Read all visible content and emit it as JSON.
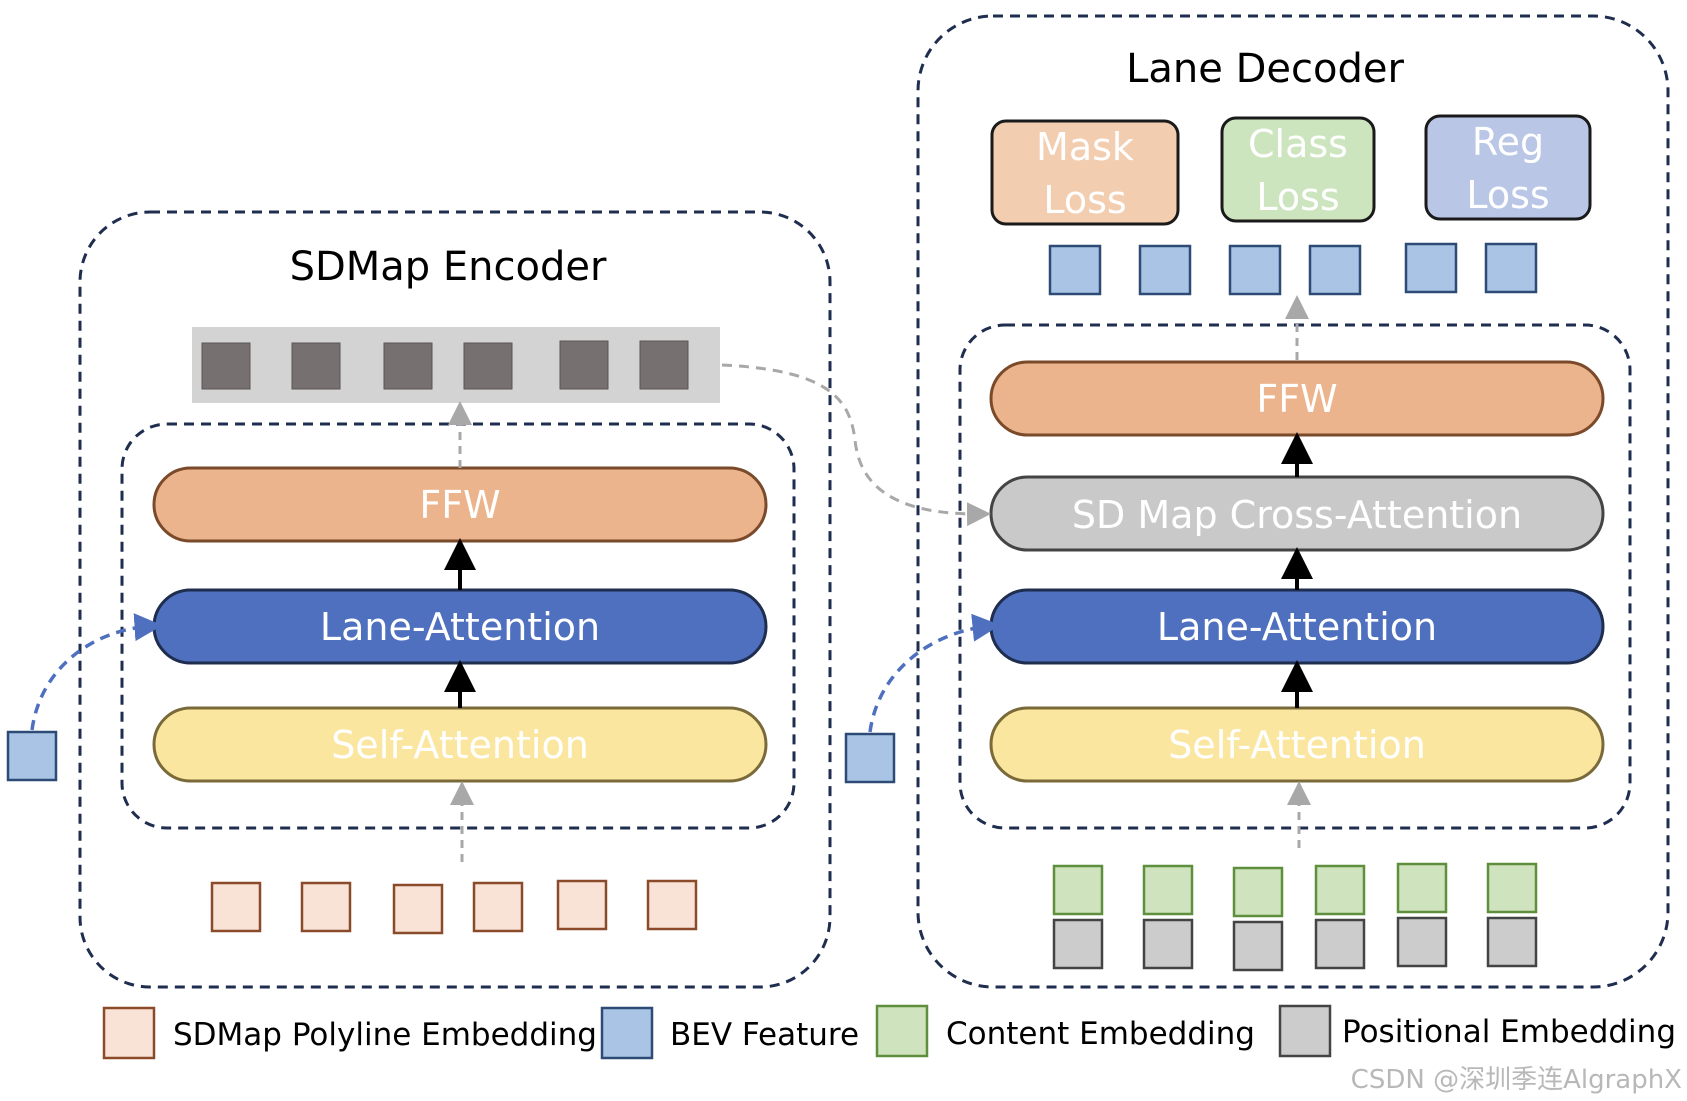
{
  "encoder": {
    "title": "SDMap Encoder",
    "layers": [
      "FFW",
      "Lane-Attention",
      "Self-Attention"
    ]
  },
  "decoder": {
    "title": "Lane Decoder",
    "layers": [
      "FFW",
      "SD Map Cross-Attention",
      "Lane-Attention",
      "Self-Attention"
    ],
    "losses": [
      {
        "line1": "Mask",
        "line2": "Loss"
      },
      {
        "line1": "Class",
        "line2": "Loss"
      },
      {
        "line1": "Reg",
        "line2": "Loss"
      }
    ]
  },
  "legend": [
    {
      "label": "SDMap Polyline Embedding",
      "fill": "#f8e3d6",
      "stroke": "#8b4a2a"
    },
    {
      "label": "BEV Feature",
      "fill": "#a9c4e4",
      "stroke": "#2e4a77"
    },
    {
      "label": "Content Embedding",
      "fill": "#cfe3bf",
      "stroke": "#5f8f3c"
    },
    {
      "label": "Positional Embedding",
      "fill": "#cccccc",
      "stroke": "#444444"
    }
  ],
  "watermark": "CSDN @深圳季连AlgraphX",
  "colors": {
    "ffw": "#ebb48c",
    "lane_attention": "#4e70bf",
    "self_attention": "#fbe6a0",
    "cross_attention": "#c9c9c9",
    "mask_loss": "#f3cdb0",
    "class_loss": "#cde5bf",
    "reg_loss": "#b9c6e6",
    "token_dark": "#767070",
    "token_strip": "#d3d3d3",
    "dashed_border": "#1f2d4f"
  }
}
